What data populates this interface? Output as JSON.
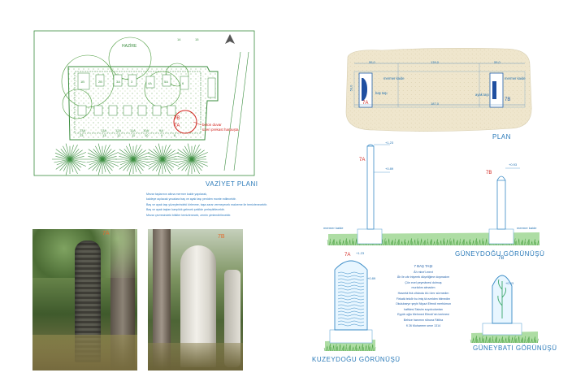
{
  "site_plan": {
    "title": "VAZİYET PLANI",
    "hazire_label": "HAZİRE",
    "annotation": [
      "beton duvar",
      "üzeri prekast harpuşta"
    ],
    "grave_labels": [
      "14",
      "15",
      "1",
      "2",
      "3",
      "19",
      "2B",
      "3A",
      "2A",
      "4A",
      "4",
      "5A",
      "5",
      "6",
      "7B",
      "7A",
      "23A",
      "13A",
      "12A",
      "11A",
      "10A",
      "9A",
      "8A",
      "23",
      "13",
      "12",
      "11",
      "10",
      "9",
      "8",
      "6A",
      "5B",
      "1A"
    ],
    "notes": [
      "Mezar taşlarının altına mermer kaide yapılarak,",
      "kaldeye açılacak yuvalara baş ve ayak taşı yeniden monte edilecektir.",
      "Baş ve ayak taşı yüzeylerindeki kirlenme, taşa zarar vermeyecek malzeme ile temizlenecektir.",
      "Baş ve ayak taşları karşılıklı gelecek şekilde yerleştirilecektir.",
      "Mezar çevresindeki bitkiler temizlenecek, zemin çimlendirilecektir."
    ]
  },
  "plan_detail": {
    "title": "PLAN",
    "dims": {
      "top_left": "55,0",
      "top_mid": "139,0",
      "top_right": "55,0",
      "bottom": "187,0",
      "side": "50,0"
    },
    "labels": {
      "left_base": "mermer kaide",
      "right_base": "mermer kaide",
      "head_stone": "baş taşı",
      "foot_stone": "ayak taşı"
    },
    "tag_a": "7A",
    "tag_b": "7B"
  },
  "southeast_view": {
    "title": "GÜNEYDOĞU GÖRÜNÜŞÜ",
    "tag_a": "7A",
    "tag_b": "7B",
    "elev_a_top": "+1.23",
    "elev_a_mid": "+0.89",
    "elev_b_top": "+0.93",
    "label_left": "mermer kaide",
    "label_right": "mermer kaide"
  },
  "northeast_view": {
    "title": "KUZEYDOĞU GÖRÜNÜŞÜ",
    "tag": "7A",
    "elev_top": "+1.23",
    "elev_mid": "+0.89"
  },
  "southwest_view": {
    "title": "GÜNEYBATI GÖRÜNÜŞÜ",
    "tag": "7B",
    "elev_top": "+0.93"
  },
  "inscription": {
    "heading": "7 BAŞ TAŞI",
    "lines": [
      "Âh mine'l-mevt",
      "Âh ile zâr iniyerek düşeliğime doymadım",
      "Çün ecel peymânesi dolmuş",
      "murâdım almadım",
      "Hasretâ firâ cihânda iöl-i ömr sürmedim",
      "Firkatâ tekdîr bu imiş tâ ezelden bilmedim",
      "Okulubaryır şeyhi Niyazi Efendi merhûmun",
      "haffdesi Taksim suyolcularıtan",
      "Eyyûb oğlu Mehmed Efendi'nin kerimesi",
      "Behice hanımın rûhuna Fâtiha",
      "fî 26 Muharrem sene 1314"
    ]
  },
  "photos": {
    "left_tag": "7A",
    "right_tag": "7B"
  },
  "colors": {
    "line_blue": "#2b7bbd",
    "red": "#d2261f",
    "plan_green": "#3a8d3e",
    "grass": "#5bb54a",
    "beige": "#efe6cd"
  }
}
